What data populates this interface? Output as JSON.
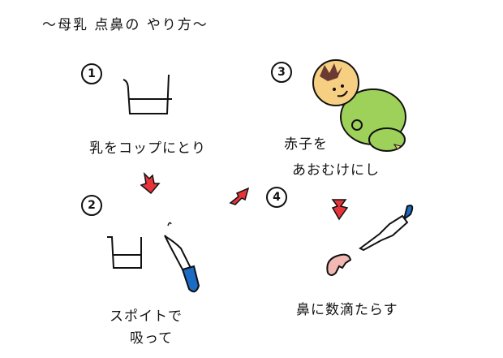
{
  "title": "〜母乳 点鼻の やり方〜",
  "steps": [
    {
      "number": "1",
      "caption": "乳をコップにとり"
    },
    {
      "number": "2",
      "caption_line1": "スポイトで",
      "caption_line2": "吸って"
    },
    {
      "number": "3",
      "caption_line1": "赤子を",
      "caption_line2": "あおむけにし"
    },
    {
      "number": "4",
      "caption": "鼻に数滴たらす"
    }
  ],
  "icons": [
    "cup-icon",
    "dropper-icon",
    "baby-icon",
    "nose-icon",
    "arrow-icon"
  ],
  "colors": {
    "arrow": "#e8333a",
    "dropper_bulb": "#1c6bc4",
    "baby_skin": "#f6cf82",
    "baby_suit": "#9ed15a",
    "baby_hair": "#6b3a32",
    "nose": "#f2b8b4"
  }
}
